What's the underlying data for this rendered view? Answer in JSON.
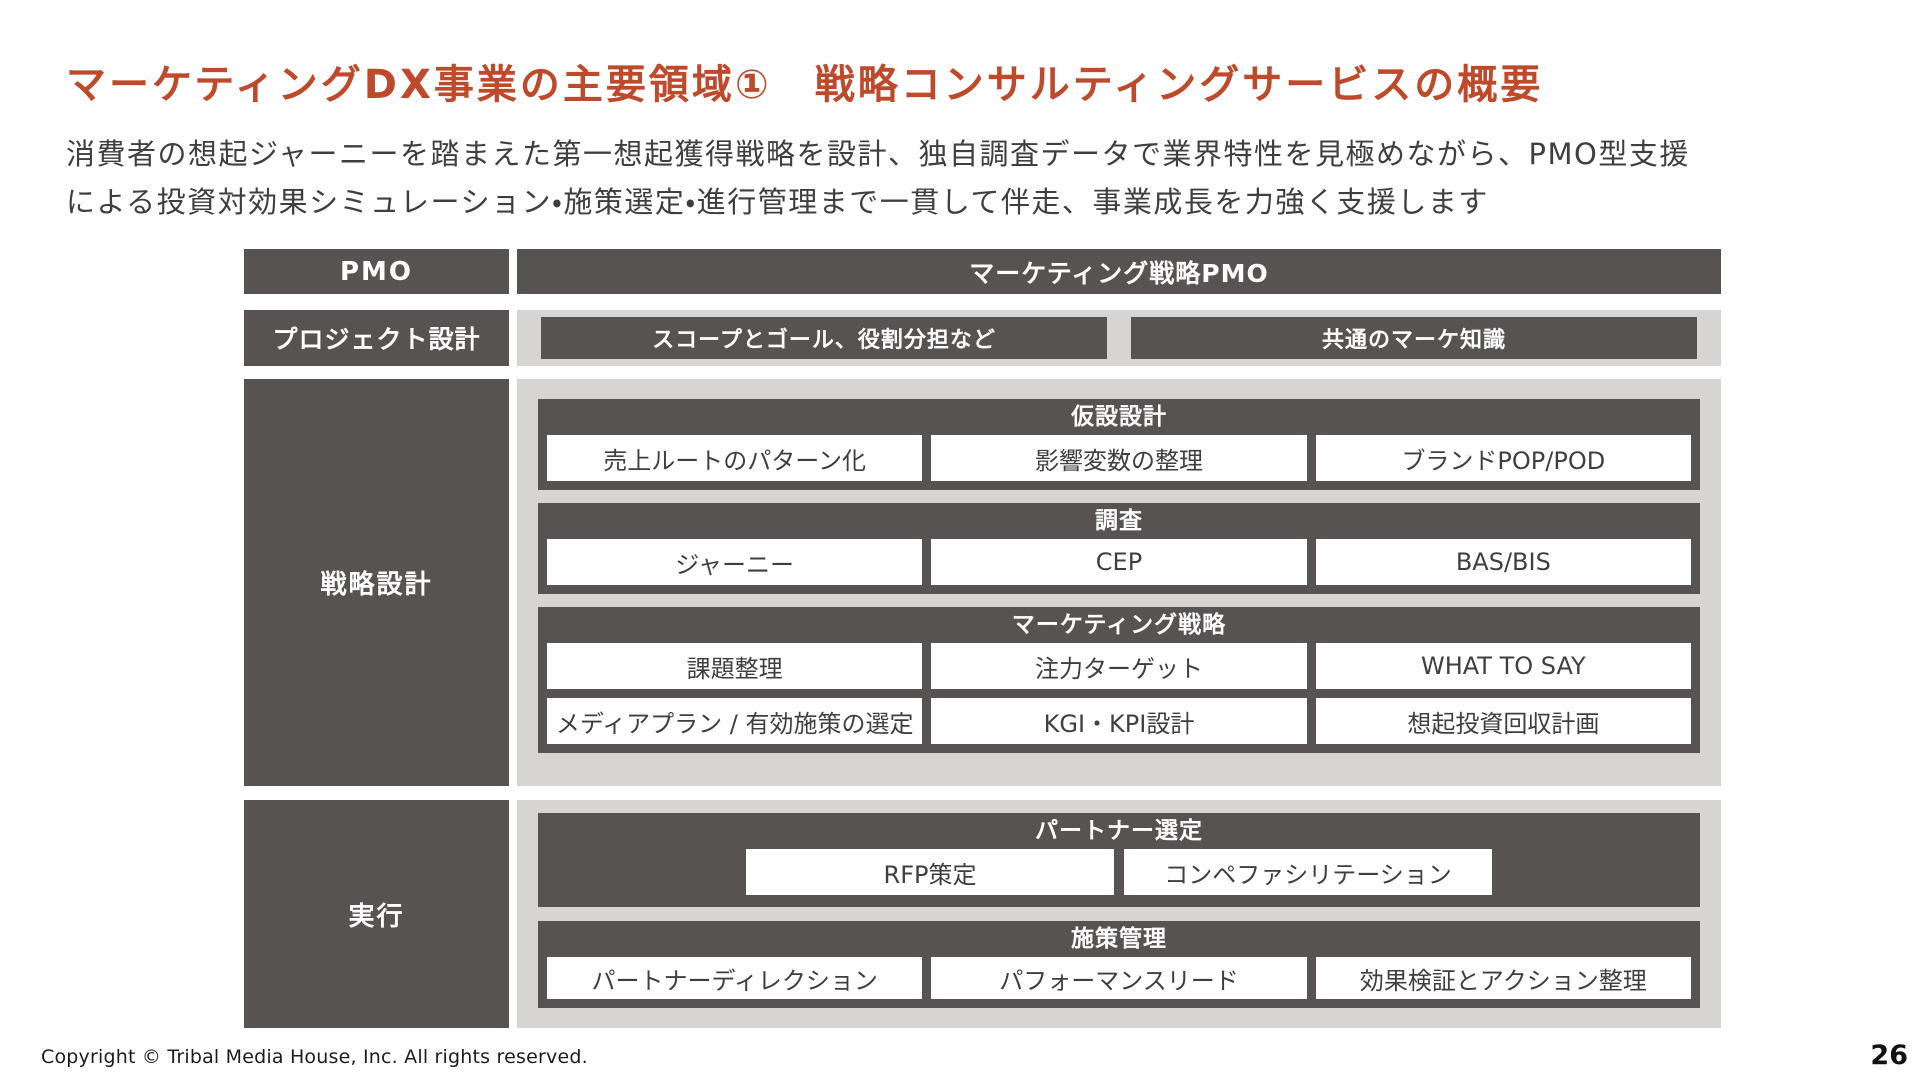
{
  "slide": {
    "title": "マーケティングDX事業の主要領域①　戦略コンサルティングサービスの概要",
    "description_lines": [
      "消費者の想起ジャーニーを踏まえた第一想起獲得戦略を設計、独自調査データで業界特性を見極めながら、PMO型支援",
      "による投資対効果シミュレーション・施策選定・進行管理まで一貫して伴走、事業成長を力強く支援します"
    ],
    "footer_copyright": "Copyright © Tribal Media House, Inc. All rights reserved.",
    "page_number": "26"
  },
  "colors": {
    "accent": "#bf4a2b",
    "dark": "#575352",
    "panel": "#d6d5d4",
    "ink": "#3f3f3f",
    "foot": "#1c1c1c"
  },
  "diagram": {
    "pmo_row": {
      "left_label": "PMO",
      "band_label": "マーケティング戦略PMO"
    },
    "project_row": {
      "left_label": "プロジェクト設計",
      "items": [
        "スコープとゴール、役割分担など",
        "共通のマーケ知識"
      ]
    },
    "strategy_row": {
      "left_label": "戦略設計",
      "sections": [
        {
          "title": "仮設設計",
          "items": [
            "売上ルートのパターン化",
            "影響変数の整理",
            "ブランドPOP/POD"
          ]
        },
        {
          "title": "調査",
          "items": [
            "ジャーニー",
            "CEP",
            "BAS/BIS"
          ]
        },
        {
          "title": "マーケティング戦略",
          "items": [
            "課題整理",
            "注力ターゲット",
            "WHAT TO SAY",
            "メディアプラン / 有効施策の選定",
            "KGI・KPI設計",
            "想起投資回収計画"
          ]
        }
      ]
    },
    "execution_row": {
      "left_label": "実行",
      "sections": [
        {
          "title": "パートナー選定",
          "items": [
            "RFP策定",
            "コンペファシリテーション"
          ]
        },
        {
          "title": "施策管理",
          "items": [
            "パートナーディレクション",
            "パフォーマンスリード",
            "効果検証とアクション整理"
          ]
        }
      ]
    }
  }
}
